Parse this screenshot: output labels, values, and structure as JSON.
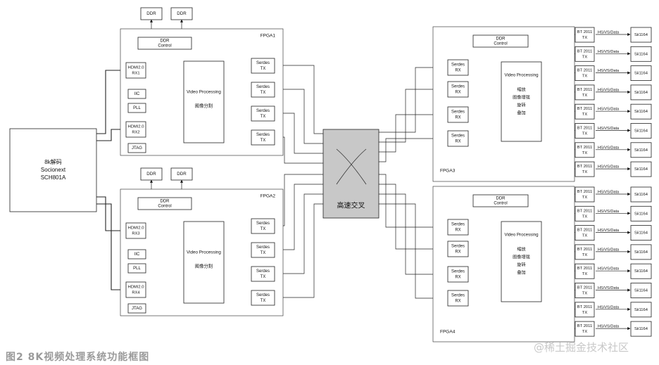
{
  "diagram": {
    "title": "",
    "decoder": {
      "lines": [
        "8k解码",
        "Socionext",
        "SCH801A"
      ]
    },
    "fpga_tx": [
      {
        "label": "FPGA1",
        "ddr": [
          "DDR",
          "DDR"
        ],
        "ddr_control": [
          "DDR",
          "Control"
        ],
        "rx": [
          [
            "HDMI2.0",
            "RX1"
          ],
          [
            "HDMI2.0",
            "RX2"
          ]
        ],
        "iic": "IIC",
        "pll": "PLL",
        "jtag": "JTAG",
        "vp": [
          "Video Processing",
          "图像分割"
        ],
        "serdes": [
          [
            "Serdes",
            "TX"
          ],
          [
            "Serdes",
            "TX"
          ],
          [
            "Serdes",
            "TX"
          ],
          [
            "Serdes",
            "TX"
          ]
        ]
      },
      {
        "label": "FPGA2",
        "ddr": [
          "DDR",
          "DDR"
        ],
        "ddr_control": [
          "DDR",
          "Control"
        ],
        "rx": [
          [
            "HDMI2.0",
            "RX3"
          ],
          [
            "HDMI2.0",
            "RX4"
          ]
        ],
        "iic": "IIC",
        "pll": "PLL",
        "jtag": "JTAG",
        "vp": [
          "Video Processing",
          "图像分割"
        ],
        "serdes": [
          [
            "Serdes",
            "TX"
          ],
          [
            "Serdes",
            "TX"
          ],
          [
            "Serdes",
            "TX"
          ],
          [
            "Serdes",
            "TX"
          ]
        ]
      }
    ],
    "switch": {
      "label": "高速交叉"
    },
    "fpga_rx": [
      {
        "label": "FPGA3",
        "ddr_control": [
          "DDR",
          "Control"
        ],
        "serdes": [
          [
            "Serdes",
            "RX"
          ],
          [
            "Serdes",
            "RX"
          ],
          [
            "Serdes",
            "RX"
          ],
          [
            "Serdes",
            "RX"
          ]
        ],
        "vp": [
          "Video Processing",
          "缩放",
          "图像增强",
          "旋转",
          "叠加"
        ],
        "bt": [
          [
            "BT 2011",
            "TX"
          ],
          [
            "BT 2011",
            "TX"
          ],
          [
            "BT 2011",
            "TX"
          ],
          [
            "BT 2011",
            "TX"
          ],
          [
            "BT 2011",
            "TX"
          ],
          [
            "BT 2011",
            "TX"
          ],
          [
            "BT 2011",
            "TX"
          ],
          [
            "BT 2011",
            "TX"
          ]
        ],
        "hs": "HS/VS/Data",
        "sii": "Sii1164"
      },
      {
        "label": "FPGA4",
        "ddr_control": [
          "DDR",
          "Control"
        ],
        "serdes": [
          [
            "Serdes",
            "RX"
          ],
          [
            "Serdes",
            "RX"
          ],
          [
            "Serdes",
            "RX"
          ],
          [
            "Serdes",
            "RX"
          ]
        ],
        "vp": [
          "Video Processing",
          "缩放",
          "图像增强",
          "旋转",
          "叠加"
        ],
        "bt": [
          [
            "BT 2011",
            "TX"
          ],
          [
            "BT 2011",
            "TX"
          ],
          [
            "BT 2011",
            "TX"
          ],
          [
            "BT 2011",
            "TX"
          ],
          [
            "BT 2011",
            "TX"
          ],
          [
            "BT 2011",
            "TX"
          ],
          [
            "BT 2011",
            "TX"
          ],
          [
            "BT 2011",
            "TX"
          ]
        ],
        "hs": "HS/VS/Data",
        "sii": "Sii1164"
      }
    ]
  },
  "caption": "图2   8K视频处理系统功能框图",
  "watermark": "@稀土掘金技术社区"
}
